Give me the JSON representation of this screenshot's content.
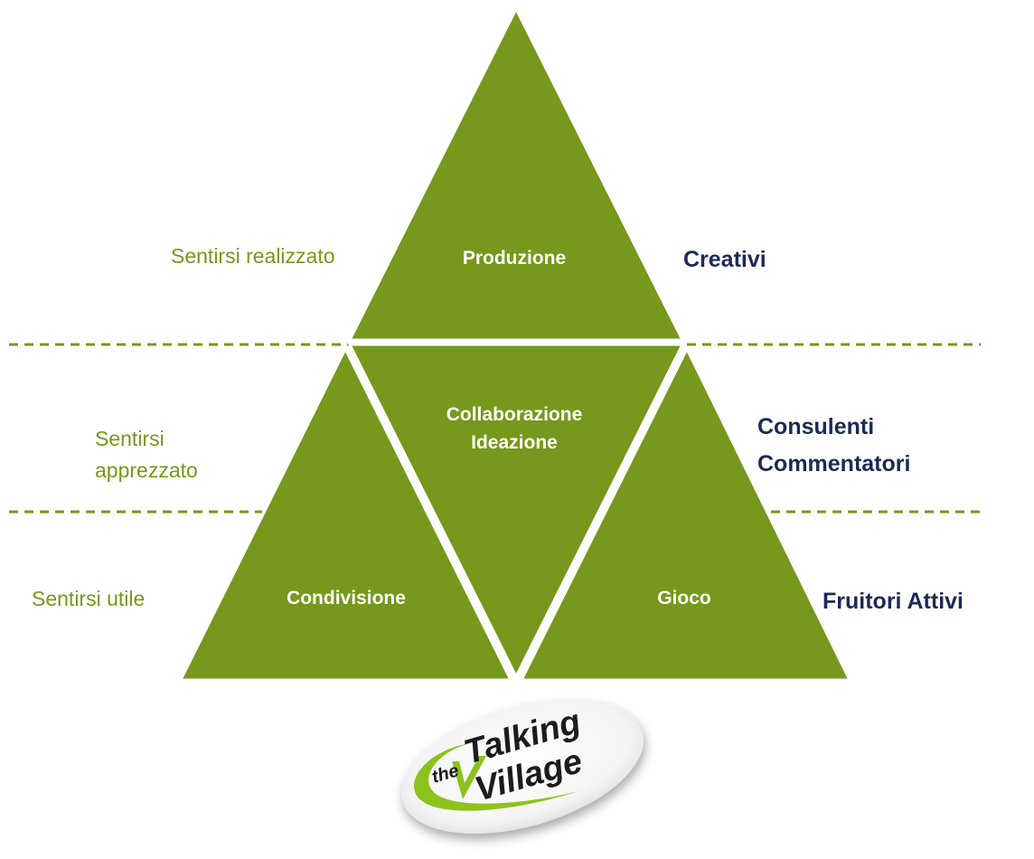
{
  "colors": {
    "triangle_fill": "#76981c",
    "triangle_border": "#ffffff",
    "left_text": "#76981c",
    "right_text": "#1c2a55",
    "dashed_line": "#76981c",
    "logo_swoosh": "#8cc21c"
  },
  "triangles": {
    "top": "Produzione",
    "middle_line1": "Collaborazione",
    "middle_line2": "Ideazione",
    "bottom_left": "Condivisione",
    "bottom_right": "Gioco"
  },
  "left_labels": {
    "top": "Sentirsi realizzato",
    "middle_line1": "Sentirsi",
    "middle_line2": "apprezzato",
    "bottom": "Sentirsi utile"
  },
  "right_labels": {
    "top": "Creativi",
    "middle_line1": "Consulenti",
    "middle_line2": "Commentatori",
    "bottom": "Fruitori Attivi"
  },
  "logo": {
    "the": "the",
    "talking": "Talking",
    "village": "Village"
  }
}
